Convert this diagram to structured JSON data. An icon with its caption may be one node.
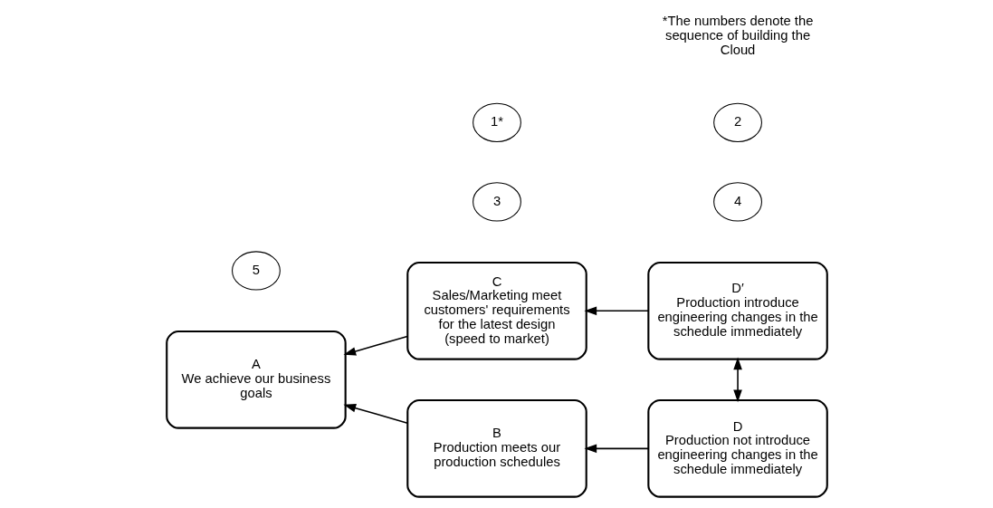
{
  "diagram": {
    "nodes": [
      {
        "text": [
          "A",
          "We achieve our business goals"
        ]
      },
      {
        "text": [
          "B",
          "Production meets our production schedules"
        ]
      },
      {
        "text": [
          "C",
          "Sales/Marketing meet customers' requirements for the latest design (speed to market)"
        ]
      },
      {
        "text": [
          "D",
          "Production not introduce engineering changes in the schedule immediately"
        ]
      },
      {
        "text": [
          "D′",
          "Production introduce engineering changes in the schedule immediately"
        ]
      },
      {
        "text": [
          "5"
        ]
      },
      {
        "text": [
          "1*"
        ]
      },
      {
        "text": [
          "2"
        ]
      },
      {
        "text": [
          "3"
        ]
      },
      {
        "text": [
          "4"
        ]
      }
    ],
    "edges": [
      {
        "from": 1,
        "to": 0,
        "arrow": "to"
      },
      {
        "from": 2,
        "to": 0,
        "arrow": "to"
      },
      {
        "from": 3,
        "to": 1,
        "arrow": "to"
      },
      {
        "from": 4,
        "to": 2,
        "arrow": "to"
      },
      {
        "from": 3,
        "to": 4,
        "arrow": "both"
      }
    ],
    "labels": [
      "*The numbers denote the sequence of building the Cloud"
    ]
  }
}
